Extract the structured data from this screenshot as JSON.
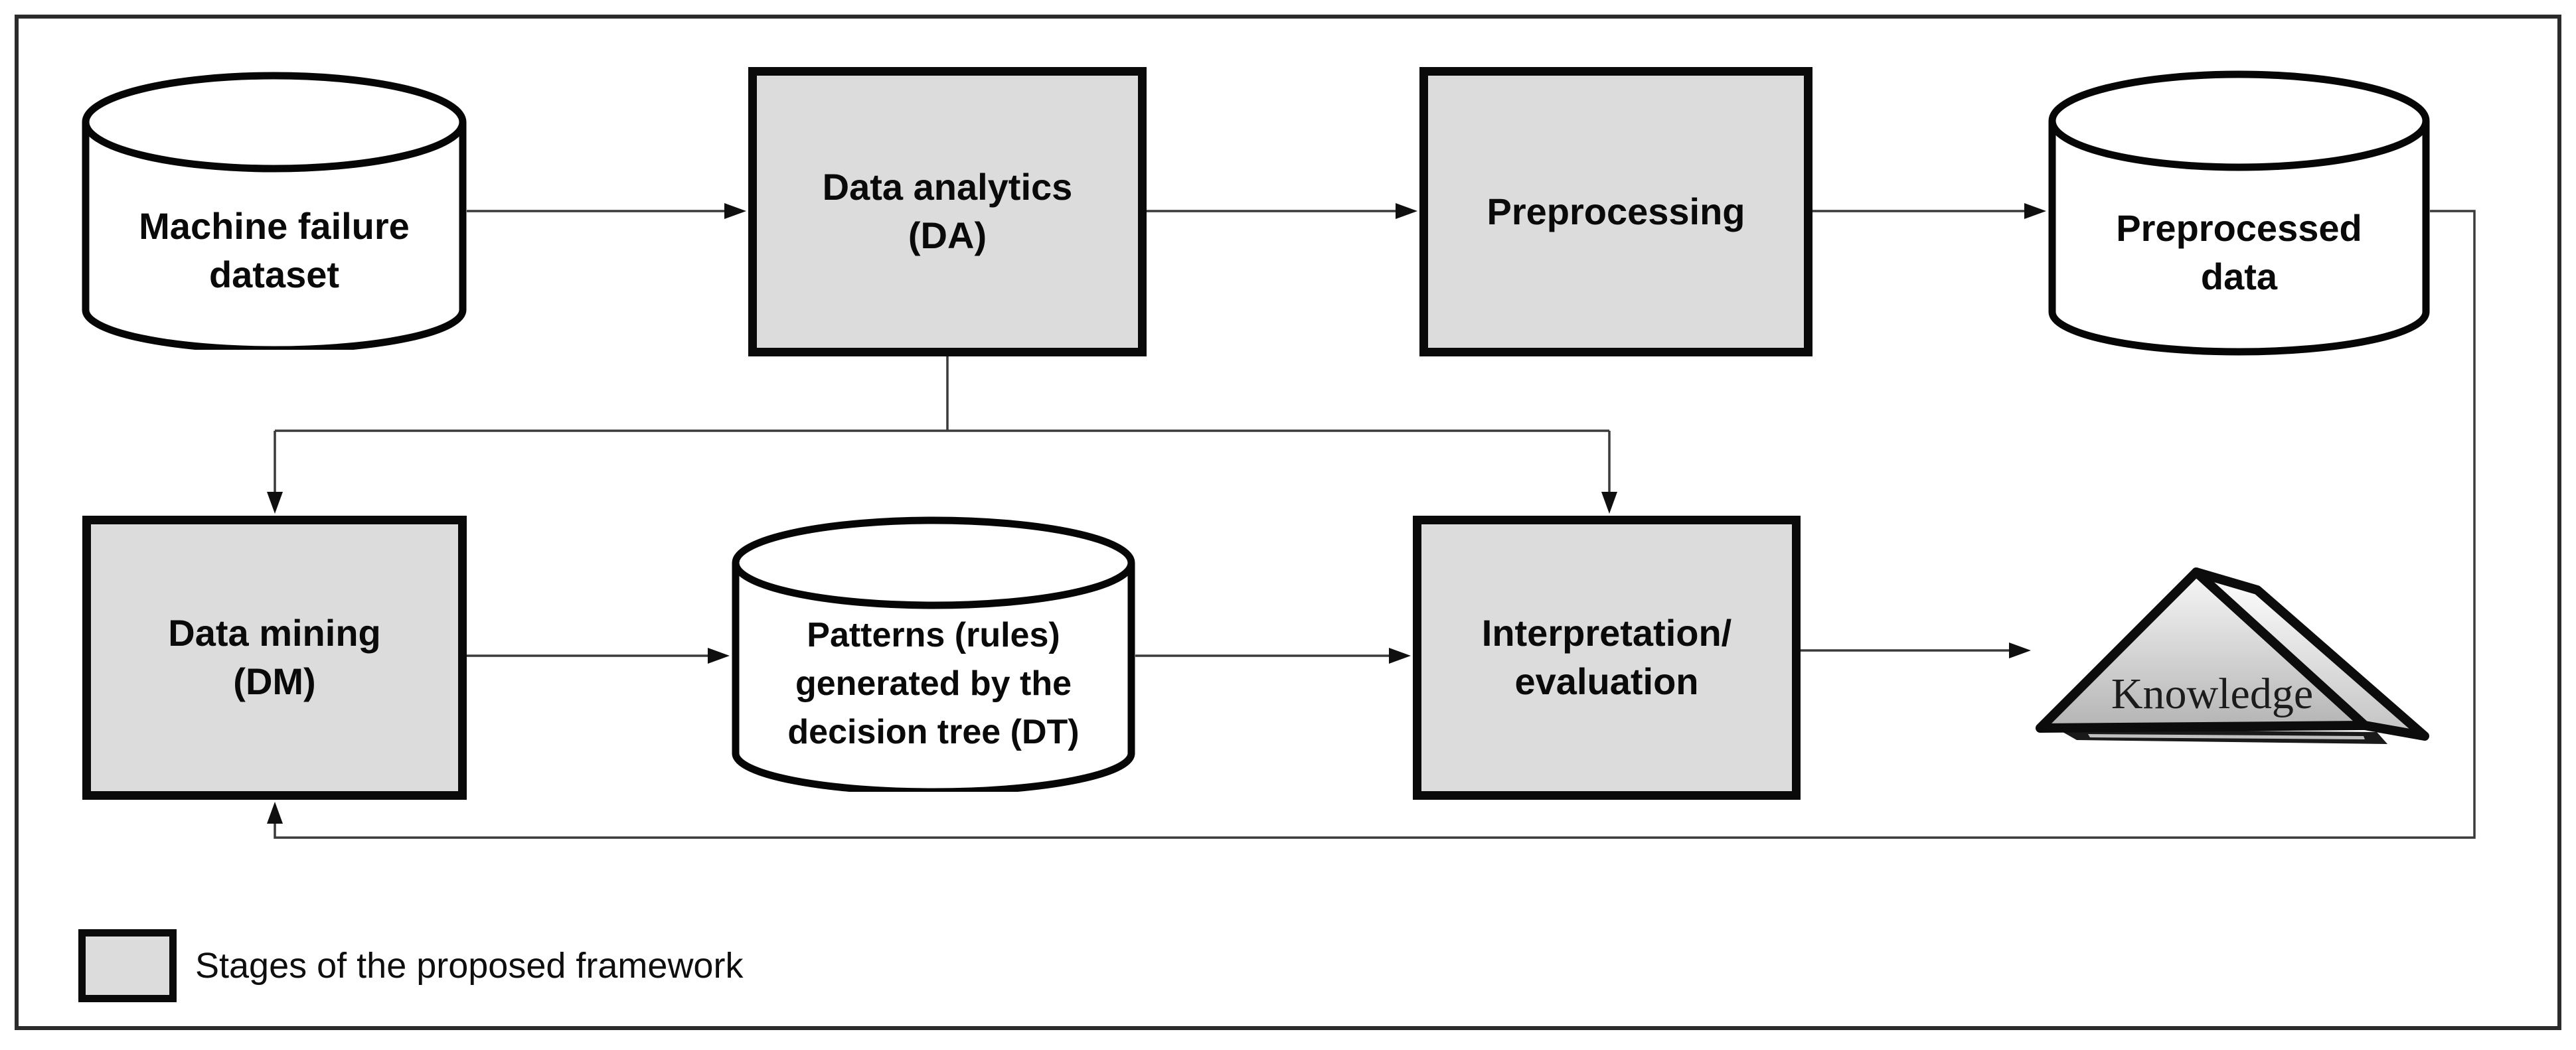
{
  "palette": {
    "stage_fill": "#dcdcdc",
    "datastore_fill": "#ffffff",
    "shape_border": "#0a0a0a",
    "connector_line": "#3a3a3a",
    "frame_border": "#2b2b2b",
    "background": "#ffffff"
  },
  "nodes": {
    "machine_failure_dataset": {
      "type": "datastore",
      "lines": [
        "Machine failure",
        "dataset"
      ]
    },
    "data_analytics": {
      "type": "stage",
      "lines": [
        "Data analytics",
        "(DA)"
      ]
    },
    "preprocessing": {
      "type": "stage",
      "lines": [
        "Preprocessing"
      ]
    },
    "preprocessed_data": {
      "type": "datastore",
      "lines": [
        "Preprocessed",
        "data"
      ]
    },
    "data_mining": {
      "type": "stage",
      "lines": [
        "Data mining",
        "(DM)"
      ]
    },
    "patterns_rules": {
      "type": "datastore",
      "lines": [
        "Patterns (rules)",
        "generated by the",
        "decision tree (DT)"
      ]
    },
    "interpretation_evaluation": {
      "type": "stage",
      "lines": [
        "Interpretation/",
        "evaluation"
      ]
    },
    "knowledge": {
      "type": "output",
      "label": "Knowledge"
    }
  },
  "edges": [
    {
      "from": "machine_failure_dataset",
      "to": "data_analytics"
    },
    {
      "from": "data_analytics",
      "to": "preprocessing"
    },
    {
      "from": "preprocessing",
      "to": "preprocessed_data"
    },
    {
      "from": "data_analytics",
      "to": "data_mining"
    },
    {
      "from": "data_analytics",
      "to": "interpretation_evaluation"
    },
    {
      "from": "data_mining",
      "to": "patterns_rules"
    },
    {
      "from": "patterns_rules",
      "to": "interpretation_evaluation"
    },
    {
      "from": "interpretation_evaluation",
      "to": "knowledge"
    },
    {
      "from": "preprocessed_data",
      "to": "data_mining"
    }
  ],
  "legend": {
    "label": "Stages of the proposed framework",
    "swatch_color": "#dcdcdc"
  }
}
